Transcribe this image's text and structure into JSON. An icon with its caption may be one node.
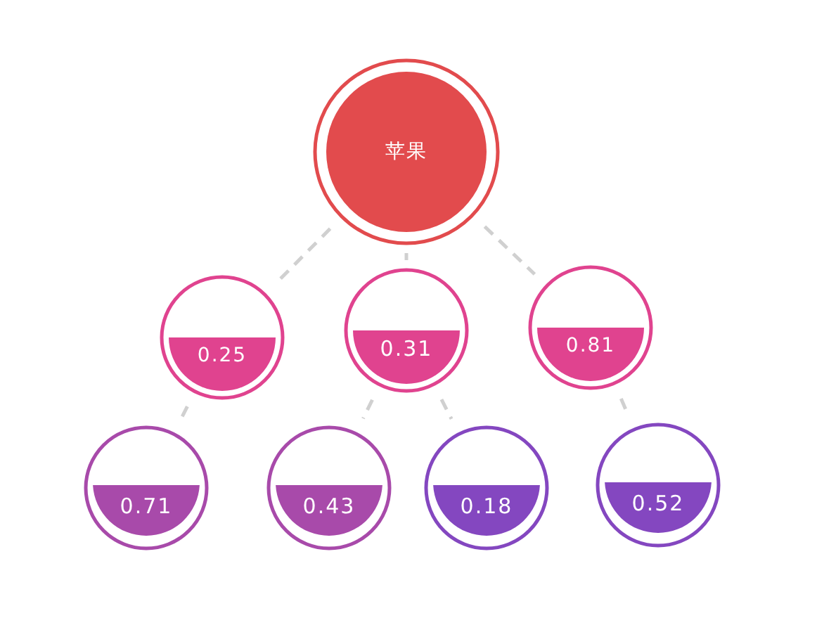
{
  "diagram": {
    "nodes": [
      {
        "text": [
          "苹果"
        ]
      },
      {
        "text": [
          "0.25"
        ]
      },
      {
        "text": [
          "0.31"
        ]
      },
      {
        "text": [
          "0.81"
        ]
      },
      {
        "text": [
          "0.71"
        ]
      },
      {
        "text": [
          "0.43"
        ]
      },
      {
        "text": [
          "0.18"
        ]
      },
      {
        "text": [
          "0.52"
        ]
      }
    ],
    "edges": [
      {
        "from": 0,
        "to": 1,
        "arrow": "none",
        "style": "dashed"
      },
      {
        "from": 0,
        "to": 2,
        "arrow": "none",
        "style": "dashed"
      },
      {
        "from": 0,
        "to": 3,
        "arrow": "none",
        "style": "dashed"
      },
      {
        "from": 1,
        "to": 4,
        "arrow": "none",
        "style": "dashed"
      },
      {
        "from": 2,
        "to": 5,
        "arrow": "none",
        "style": "dashed"
      },
      {
        "from": 2,
        "to": 6,
        "arrow": "none",
        "style": "dashed"
      },
      {
        "from": 3,
        "to": 7,
        "arrow": "none",
        "style": "dashed"
      }
    ]
  }
}
